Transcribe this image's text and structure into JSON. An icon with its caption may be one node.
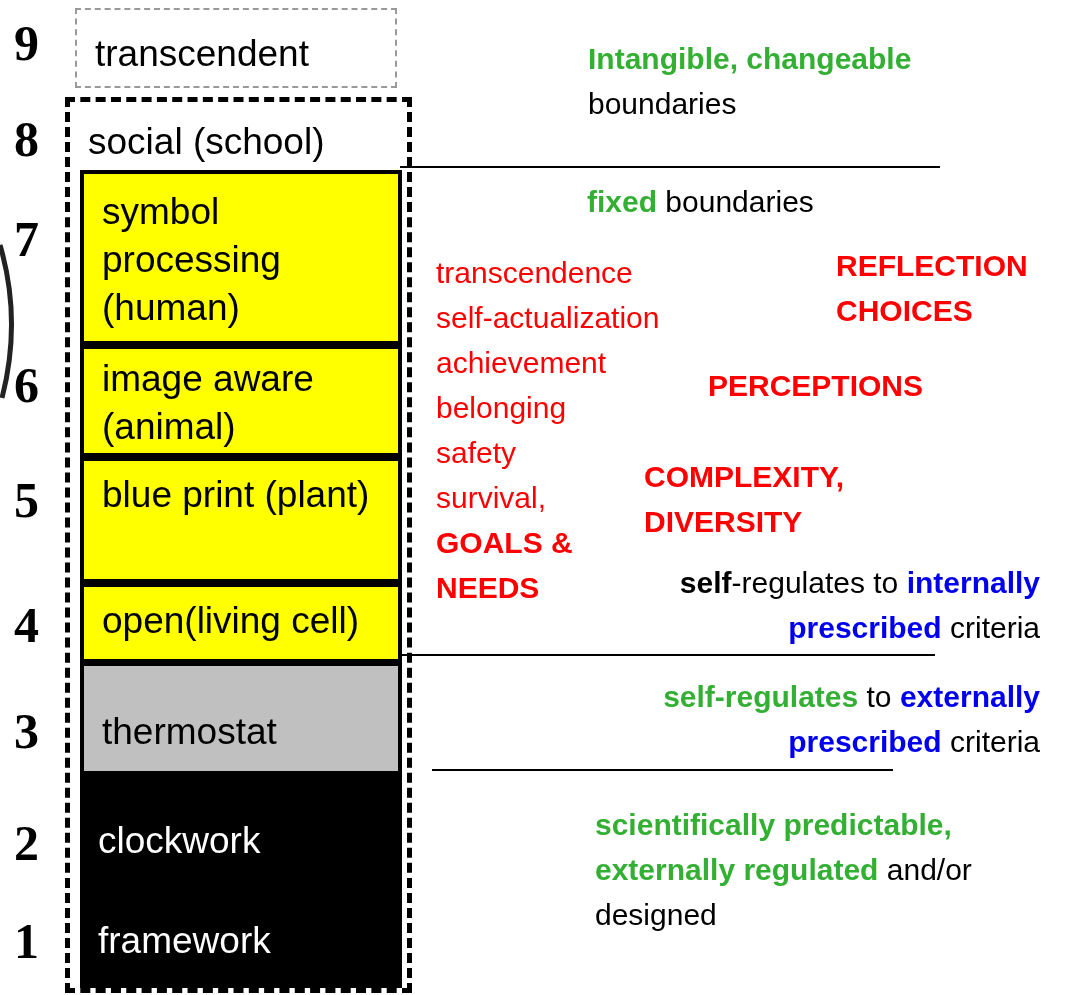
{
  "diagram": {
    "nodes": [
      {
        "text": [
          "transcendent"
        ]
      },
      {
        "text": [
          "social (school)"
        ]
      },
      {
        "text": [
          "symbol processing (human)"
        ],
        "in": 1
      },
      {
        "text": [
          "image aware (animal)"
        ],
        "in": 1
      },
      {
        "text": [
          "blue print (plant)"
        ],
        "in": 1
      },
      {
        "text": [
          "open(living cell)"
        ],
        "in": 1
      },
      {
        "text": [
          "thermostat"
        ],
        "in": 1
      },
      {
        "text": [
          "clockwork"
        ],
        "in": 1
      },
      {
        "text": [
          "framework"
        ],
        "in": 1
      }
    ],
    "edges": [],
    "labels": [
      "9",
      "**Intangible, changeable** boundaries",
      "8",
      "**fixed** boundaries",
      "7",
      "transcendence",
      "self-actualization",
      "REFLECTION CHOICES",
      "achievement",
      "6",
      "belonging",
      "PERCEPTIONS",
      "safety",
      "5",
      "survival, **GOALS & NEEDS**",
      "COMPLEXITY, DIVERSITY",
      "**self**-regulates to **internally prescribed** criteria",
      "4",
      "**self-regulates** to **externally prescribed** criteria",
      "3",
      "2",
      "**scientifically predictable, externally regulated** and/or designed",
      "1"
    ]
  }
}
